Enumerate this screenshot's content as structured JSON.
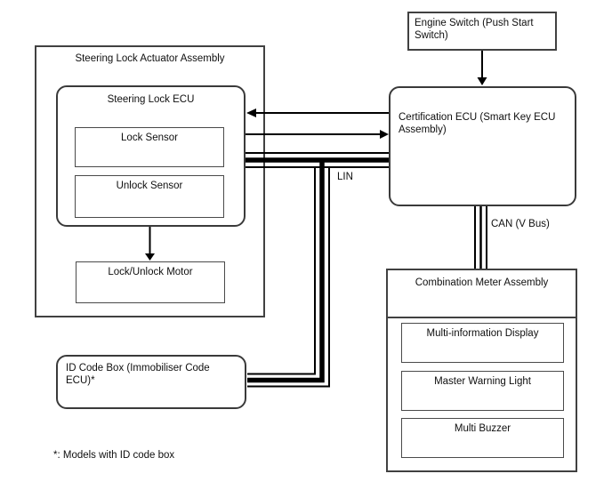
{
  "diagram": {
    "boxes": {
      "engine_switch": "Engine Switch (Push Start Switch)",
      "certification_ecu": "Certification ECU (Smart Key ECU Assembly)",
      "steering_lock_actuator_assembly": "Steering Lock Actuator Assembly",
      "steering_lock_ecu": "Steering Lock ECU",
      "lock_sensor": "Lock Sensor",
      "unlock_sensor": "Unlock Sensor",
      "lock_unlock_motor": "Lock/Unlock Motor",
      "id_code_box": "ID Code Box (Immobiliser Code ECU)*",
      "combination_meter_assembly": "Combination Meter Assembly",
      "multi_information_display": "Multi-information Display",
      "master_warning_light": "Master Warning Light",
      "multi_buzzer": "Multi Buzzer"
    },
    "bus_labels": {
      "lin": "LIN",
      "can": "CAN (V Bus)"
    },
    "footnote": "*: Models with ID code box",
    "connections": [
      {
        "from": "Engine Switch (Push Start Switch)",
        "to": "Certification ECU (Smart Key ECU Assembly)",
        "type": "arrow"
      },
      {
        "from": "Certification ECU (Smart Key ECU Assembly)",
        "to": "Steering Lock ECU",
        "type": "arrow"
      },
      {
        "from": "Steering Lock ECU",
        "to": "Certification ECU (Smart Key ECU Assembly)",
        "type": "arrow"
      },
      {
        "from": "Steering Lock ECU",
        "to": "Certification ECU (Smart Key ECU Assembly)",
        "type": "bus",
        "label": "LIN"
      },
      {
        "from": "LIN bus",
        "to": "ID Code Box (Immobiliser Code ECU)*",
        "type": "bus",
        "label": "LIN"
      },
      {
        "from": "Steering Lock ECU",
        "to": "Lock/Unlock Motor",
        "type": "arrow"
      },
      {
        "from": "Certification ECU (Smart Key ECU Assembly)",
        "to": "Combination Meter Assembly",
        "type": "bus",
        "label": "CAN (V Bus)"
      }
    ],
    "colors": {
      "background": "#ffffff",
      "box_border": "#414141",
      "line": "#000000",
      "text": "#0f0f0f"
    }
  }
}
